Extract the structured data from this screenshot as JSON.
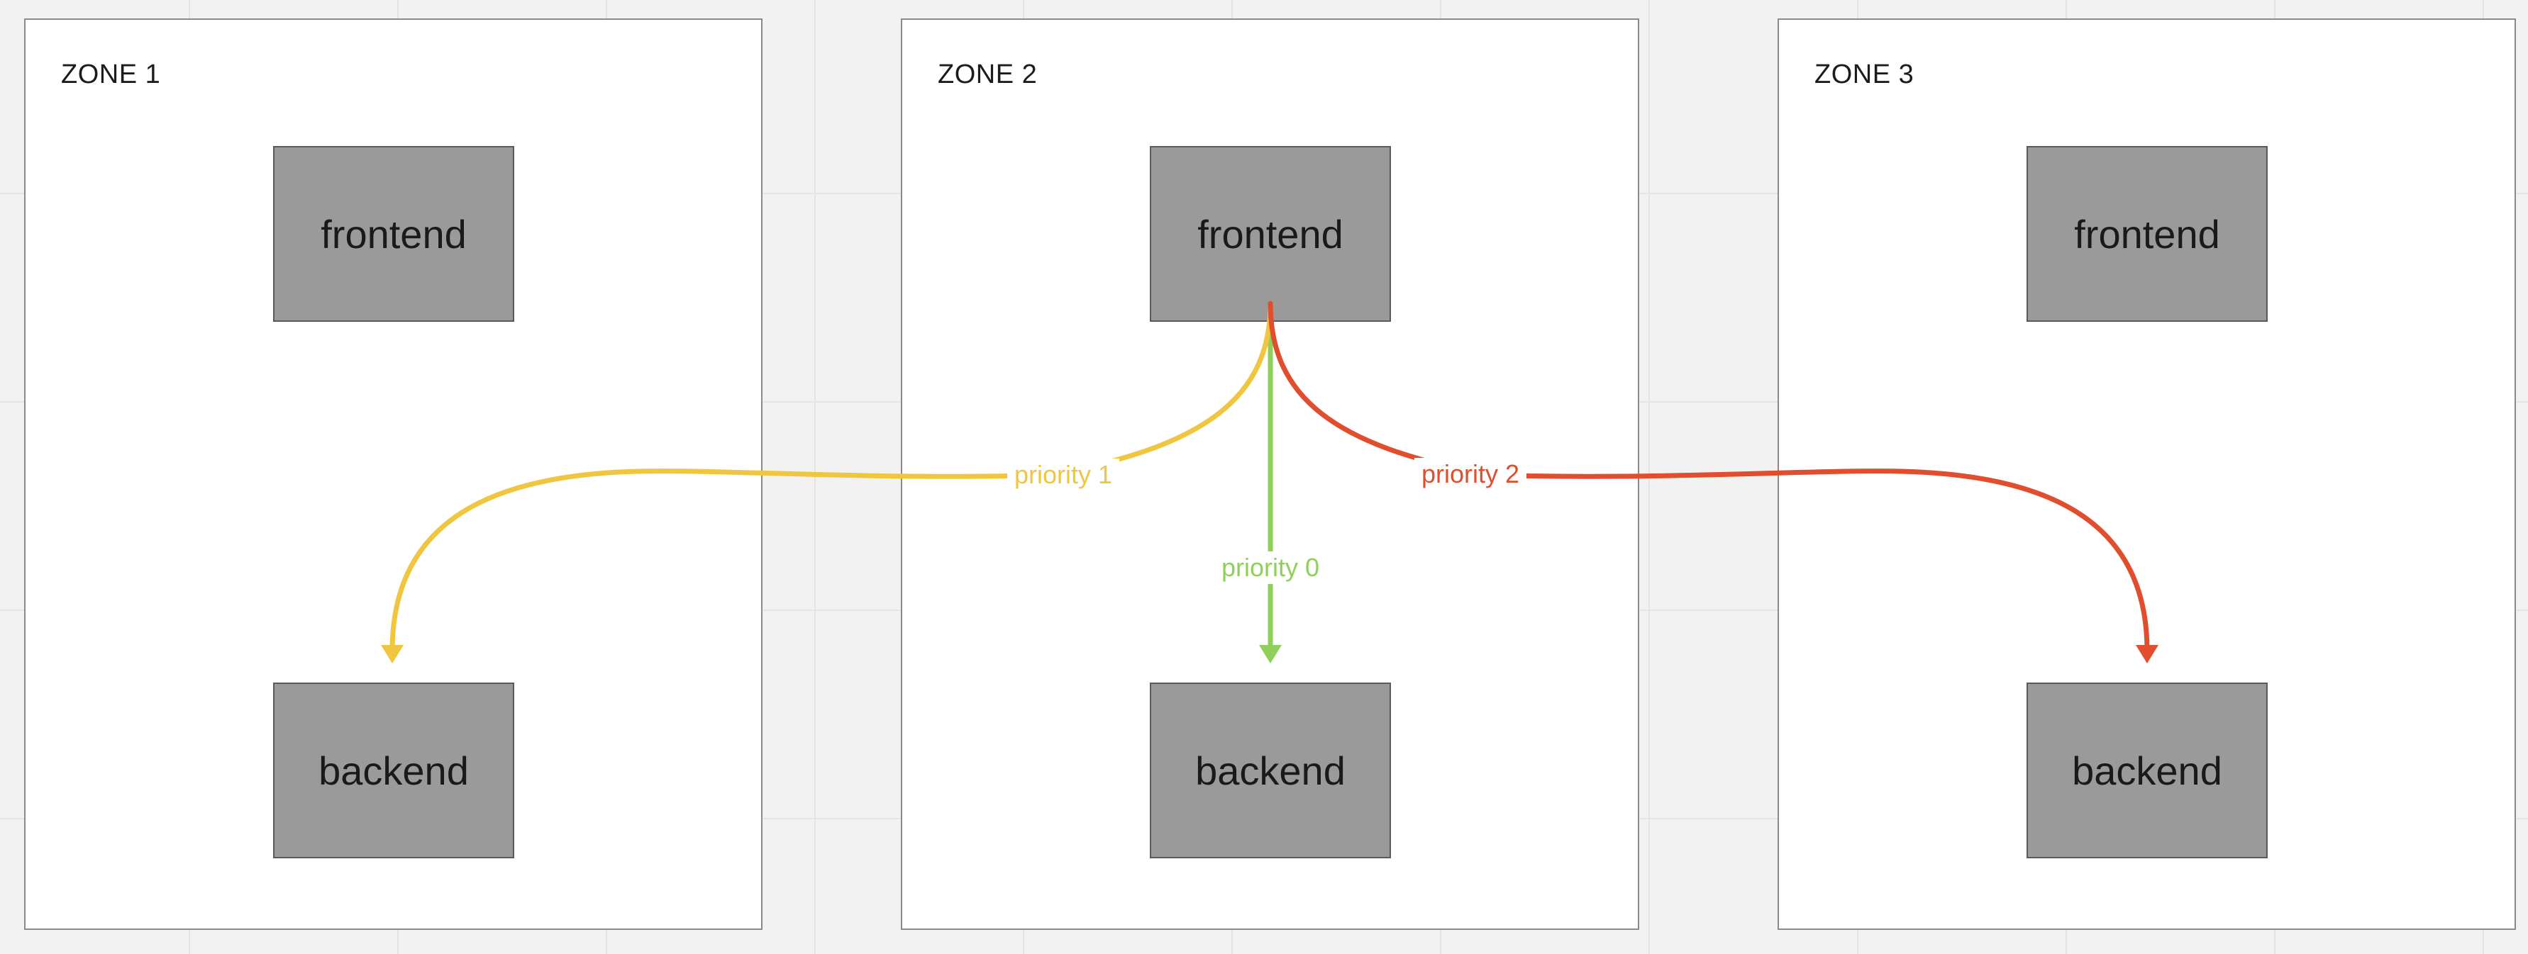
{
  "zones": [
    {
      "label": "ZONE 1",
      "frontend": "frontend",
      "backend": "backend"
    },
    {
      "label": "ZONE 2",
      "frontend": "frontend",
      "backend": "backend"
    },
    {
      "label": "ZONE 3",
      "frontend": "frontend",
      "backend": "backend"
    }
  ],
  "edges": {
    "priority_0": {
      "label": "priority 0",
      "color": "#8fd05a",
      "from": "ZONE 2 frontend",
      "to": "ZONE 2 backend"
    },
    "priority_1": {
      "label": "priority 1",
      "color": "#f0c53f",
      "from": "ZONE 2 frontend",
      "to": "ZONE 1 backend"
    },
    "priority_2": {
      "label": "priority 2",
      "color": "#e04e2e",
      "from": "ZONE 2 frontend",
      "to": "ZONE 3 backend"
    }
  },
  "colors": {
    "canvas_background": "#f2f2f2",
    "zone_background": "#ffffff",
    "node_fill": "#9a9a9a"
  }
}
